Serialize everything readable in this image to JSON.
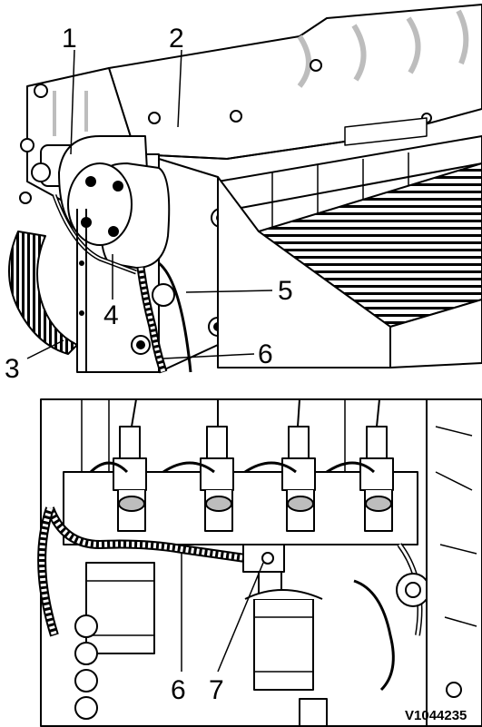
{
  "figure_id": "V1044235",
  "callouts": {
    "c1": "1",
    "c2": "2",
    "c3": "3",
    "c4": "4",
    "c5": "5",
    "c6_top": "6",
    "c6_bottom": "6",
    "c7": "7"
  },
  "colors": {
    "ink": "#000000",
    "paper": "#ffffff",
    "shadow": "#bdbdbd"
  }
}
